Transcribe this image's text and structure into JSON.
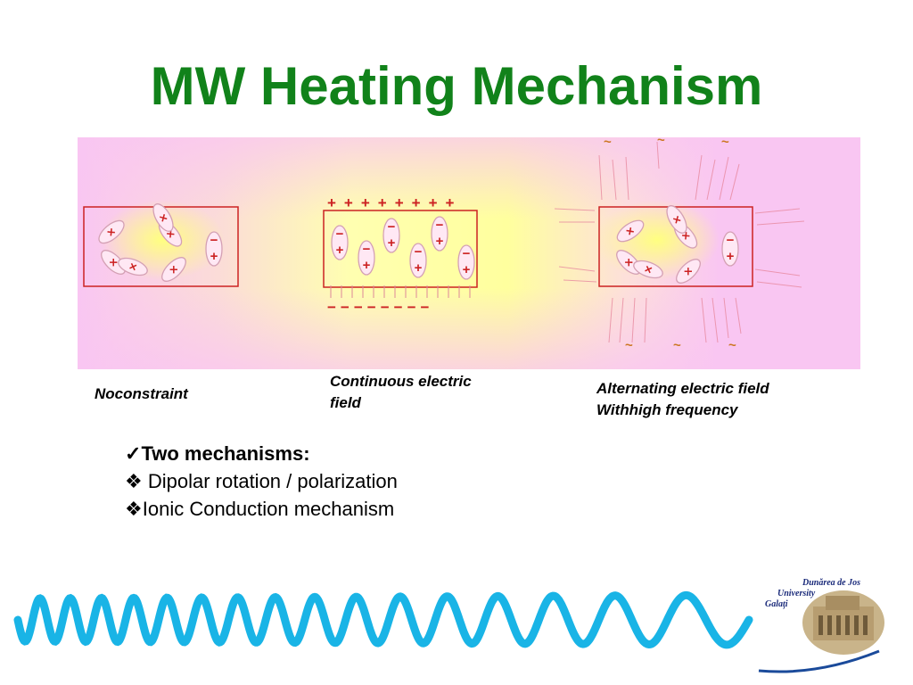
{
  "title": "MW Heating Mechanism",
  "captions": {
    "noconstraint": "Noconstraint",
    "continuous": [
      "Continuous electric",
      "field"
    ],
    "alternating": [
      "Alternating electric field",
      "Withhigh frequency"
    ]
  },
  "bullets": [
    {
      "marker": "✓",
      "text": "Two mechanisms:"
    },
    {
      "marker": "❖",
      "text": " Dipolar rotation / polarization"
    },
    {
      "marker": "❖",
      "text": "Ionic Conduction mechanism"
    }
  ],
  "logo": {
    "line1": "Dunărea de Jos",
    "line2": "University",
    "line3": "Galaţi"
  },
  "colors": {
    "title": "#11821a",
    "panel_pink": "#f9c6f2",
    "panel_yellow": "#ffff9e",
    "box_border": "#cc2222",
    "wave": "#19b4e6"
  }
}
